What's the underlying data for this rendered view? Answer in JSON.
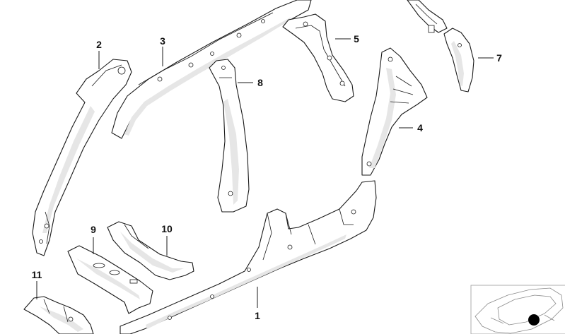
{
  "callouts": [
    {
      "id": "1",
      "label": "1"
    },
    {
      "id": "2",
      "label": "2"
    },
    {
      "id": "3",
      "label": "3"
    },
    {
      "id": "4",
      "label": "4"
    },
    {
      "id": "5",
      "label": "5"
    },
    {
      "id": "7",
      "label": "7"
    },
    {
      "id": "8",
      "label": "8"
    },
    {
      "id": "9",
      "label": "9"
    },
    {
      "id": "10",
      "label": "10"
    },
    {
      "id": "11",
      "label": "11"
    }
  ],
  "colors": {
    "line": "#1a1a1a",
    "background": "#ffffff",
    "inset_marker": "#000000"
  },
  "icons": {
    "inset": "car-location-icon"
  }
}
